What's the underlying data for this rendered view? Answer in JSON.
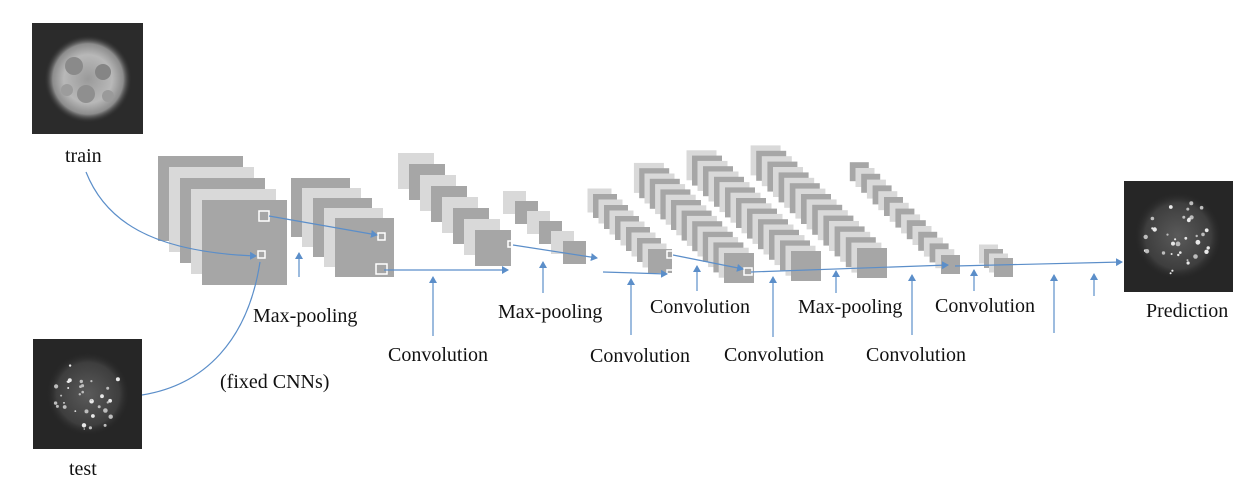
{
  "images": {
    "train_label": "train",
    "test_label": "test",
    "prediction_label": "Prediction"
  },
  "annotations": {
    "fixed_cnns": "(fixed CNNs)"
  },
  "layer_labels": [
    "Max-pooling",
    "Convolution",
    "Max-pooling",
    "Convolution",
    "Convolution",
    "Convolution",
    "Max-pooling",
    "Convolution",
    "Convolution"
  ],
  "colors": {
    "arrow": "#5b8ec9",
    "map_light": "#d9d9d9",
    "map_dark": "#a6a6a6",
    "image_bg": "#262626"
  }
}
